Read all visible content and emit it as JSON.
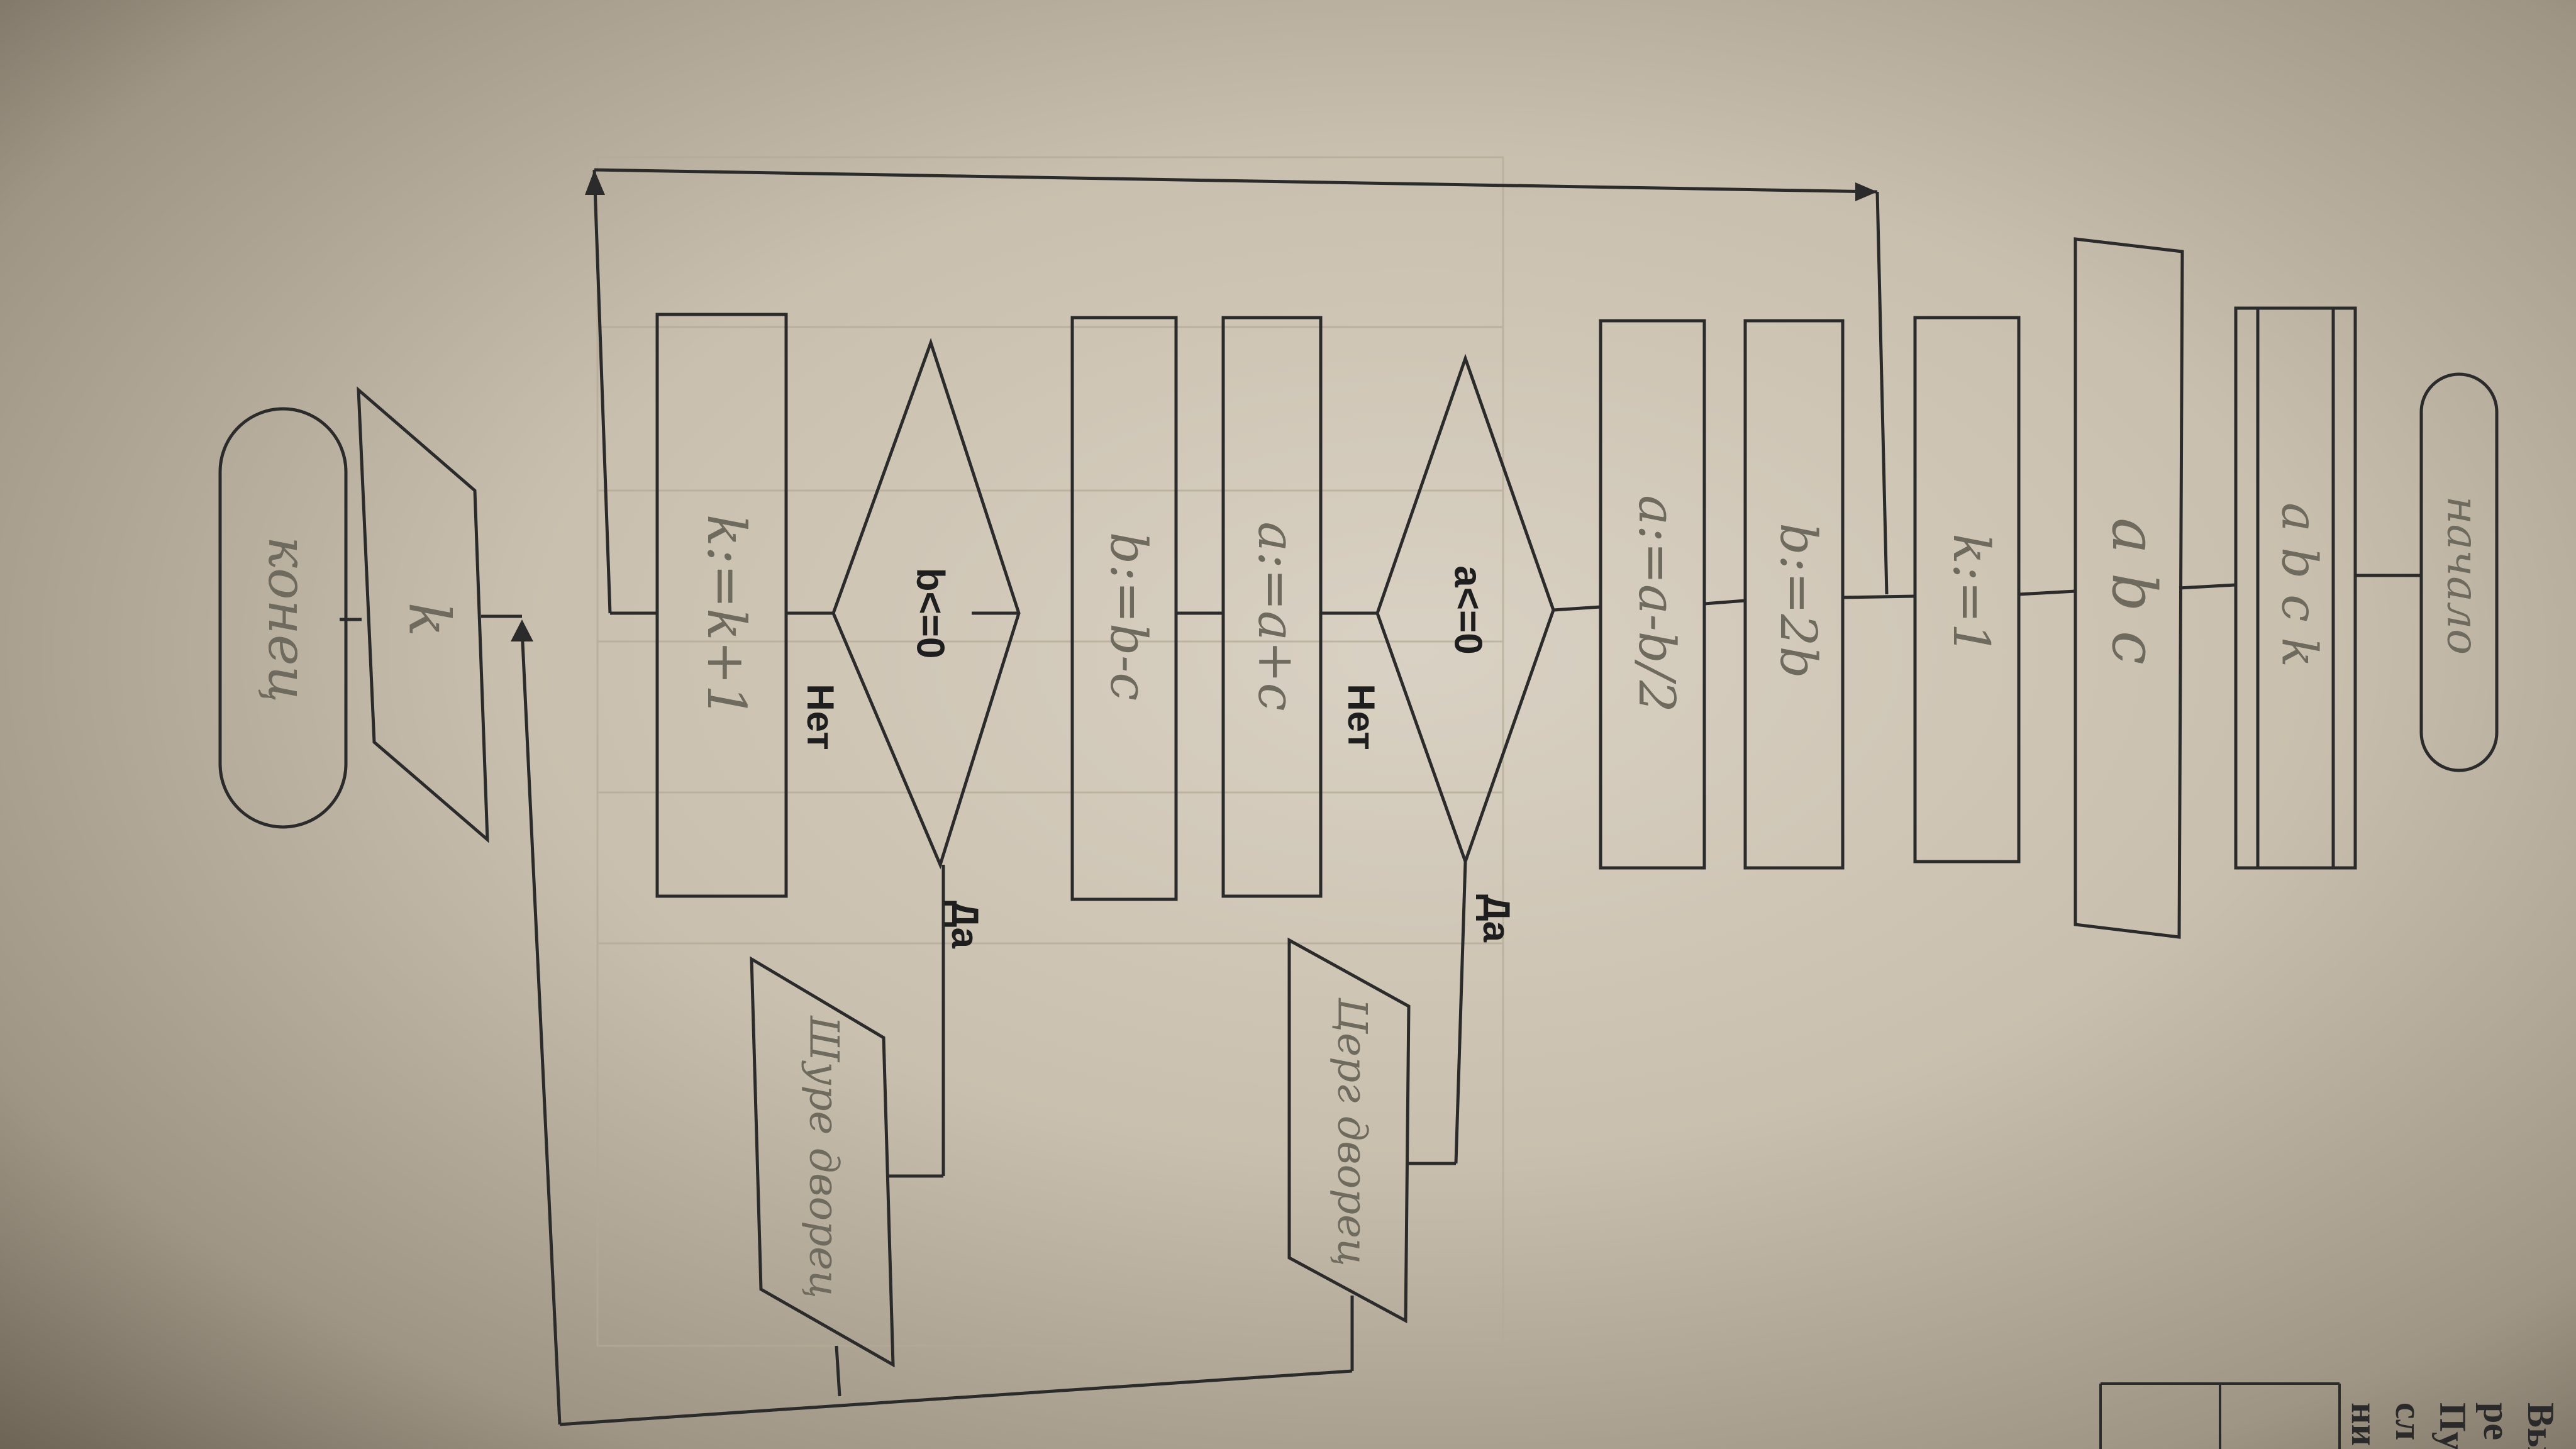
{
  "flowchart": {
    "start": "начало",
    "declare": "a b c k",
    "input": "a b c",
    "init_k": "k:=1",
    "assign_b": "b:=2b",
    "assign_a": "a:=a-b/2",
    "cond_a": "a<=0",
    "cond_b": "b<=0",
    "no_label": "Нет",
    "yes_label": "Да",
    "update_a": "a:=a+c",
    "update_b": "b:=b-c",
    "increment_k": "k:=k+1",
    "out_a": "Церг дворец",
    "out_b": "Шуре дворец",
    "output": "k",
    "end": "конец"
  },
  "page_edge_text": [
    "Пу",
    "ре",
    "Вы",
    "сл",
    "ни"
  ],
  "colors": {
    "paper": "#d6cebf",
    "ink": "#2b2b2b",
    "pencil": "#6e6a5e"
  }
}
